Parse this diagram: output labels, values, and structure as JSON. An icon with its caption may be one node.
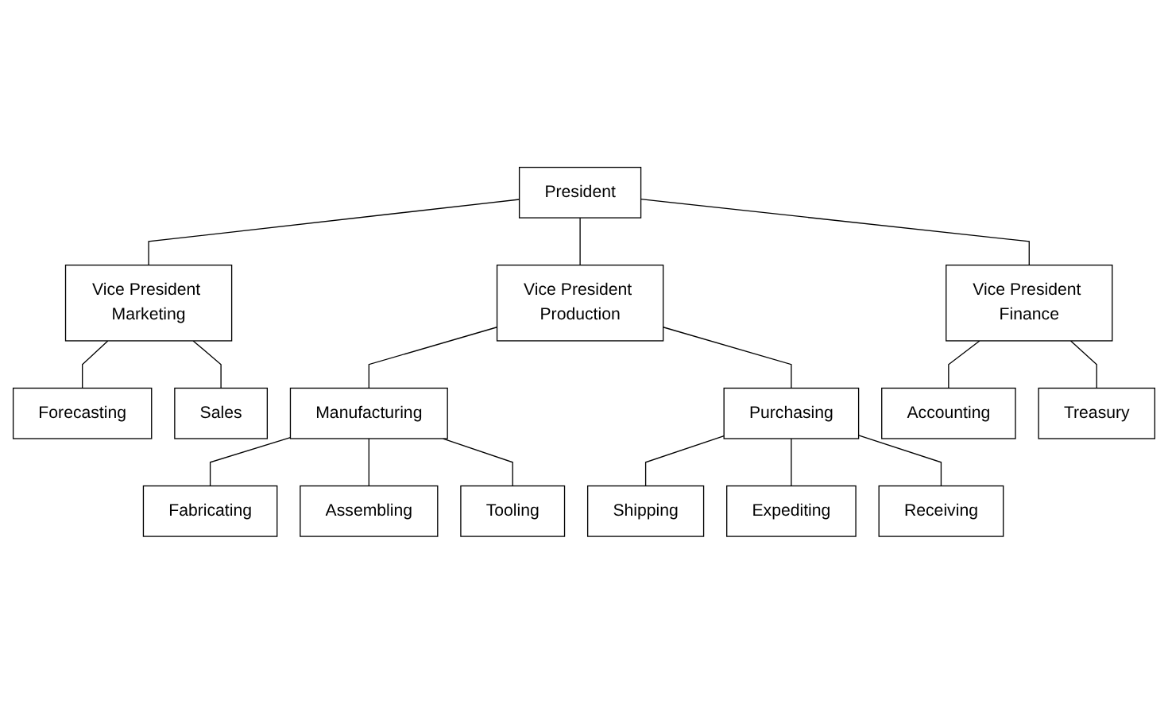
{
  "diagram": {
    "nodes": [
      {
        "text": [
          "President"
        ]
      },
      {
        "text": [
          "Vice President Marketing"
        ]
      },
      {
        "text": [
          "Vice President Production"
        ]
      },
      {
        "text": [
          "Vice President Finance"
        ]
      },
      {
        "text": [
          "Forecasting"
        ]
      },
      {
        "text": [
          "Sales"
        ]
      },
      {
        "text": [
          "Manufacturing"
        ]
      },
      {
        "text": [
          "Purchasing"
        ]
      },
      {
        "text": [
          "Accounting"
        ]
      },
      {
        "text": [
          "Treasury"
        ]
      },
      {
        "text": [
          "Fabricating"
        ]
      },
      {
        "text": [
          "Assembling"
        ]
      },
      {
        "text": [
          "Tooling"
        ]
      },
      {
        "text": [
          "Shipping"
        ]
      },
      {
        "text": [
          "Expediting"
        ]
      },
      {
        "text": [
          "Receiving"
        ]
      }
    ],
    "edges": [
      {
        "from": 0,
        "to": 1,
        "arrow": "none"
      },
      {
        "from": 0,
        "to": 2,
        "arrow": "none"
      },
      {
        "from": 0,
        "to": 3,
        "arrow": "none"
      },
      {
        "from": 1,
        "to": 4,
        "arrow": "none"
      },
      {
        "from": 1,
        "to": 5,
        "arrow": "none"
      },
      {
        "from": 2,
        "to": 6,
        "arrow": "none"
      },
      {
        "from": 2,
        "to": 7,
        "arrow": "none"
      },
      {
        "from": 3,
        "to": 8,
        "arrow": "none"
      },
      {
        "from": 3,
        "to": 9,
        "arrow": "none"
      },
      {
        "from": 6,
        "to": 10,
        "arrow": "none"
      },
      {
        "from": 6,
        "to": 11,
        "arrow": "none"
      },
      {
        "from": 6,
        "to": 12,
        "arrow": "none"
      },
      {
        "from": 7,
        "to": 13,
        "arrow": "none"
      },
      {
        "from": 7,
        "to": 14,
        "arrow": "none"
      },
      {
        "from": 7,
        "to": 15,
        "arrow": "none"
      }
    ]
  }
}
